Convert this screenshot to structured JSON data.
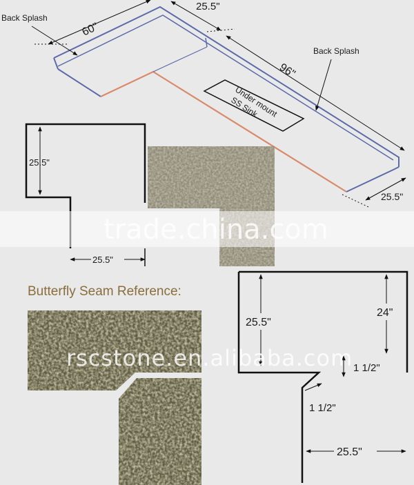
{
  "top_plan": {
    "back_splash_left": "Back Splash",
    "back_splash_right": "Back Splash",
    "dim_60": "60\"",
    "dim_255_top": "25.5\"",
    "dim_96": "96\"",
    "dim_255_right": "25.5\"",
    "sink_line1": "Under mount",
    "sink_line2": "SS Sink"
  },
  "corner_left": {
    "dim_vertical": "25.5\"",
    "dim_horizontal": "25.5\""
  },
  "watermark": {
    "trade": "trade.china.com",
    "rsc": "rscstone.en.alibaba.com"
  },
  "seam": {
    "title": "Butterfly Seam Reference:"
  },
  "corner_right": {
    "dim_left": "25.5\"",
    "dim_right": "24\"",
    "dim_notch_v": "1 1/2\"",
    "dim_notch_h": "1 1/2\"",
    "dim_bottom": "25.5\""
  },
  "colors": {
    "outline": "#111111",
    "splash": "#5b6aa8",
    "front_edge": "#d98a6a",
    "seam_text": "#8a6d3b",
    "granite_light": "#a39a82",
    "granite_dark": "#5e5c44",
    "background": "#e9e9e9"
  }
}
